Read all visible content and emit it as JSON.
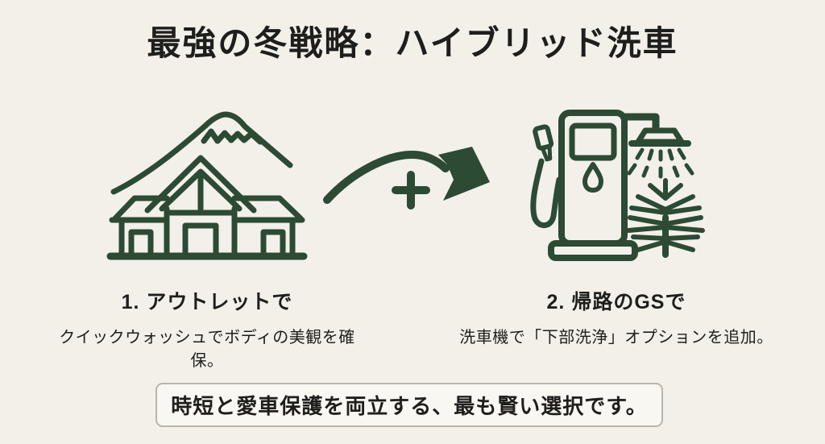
{
  "page": {
    "colors": {
      "bg": "#f2f0e9",
      "ink": "#1e1e1c",
      "icon": "#2c4a34",
      "box-bg": "#f9f7f1",
      "box-border": "#b8b5ab"
    }
  },
  "title": "最強の冬戦略：ハイブリッド洗車",
  "connector": {
    "icon": "curved-arrow-plus-icon",
    "plus": "+"
  },
  "steps": [
    {
      "icon": "outlet-mall-mount-fuji-icon",
      "heading": "1. アウトレットで",
      "description": "クイックウォッシュでボディの美観を確保。"
    },
    {
      "icon": "gas-station-wash-icon",
      "heading": "2. 帰路のGSで",
      "description": "洗車機で「下部洗浄」オプションを追加。"
    }
  ],
  "footer": {
    "message": "時短と愛車保護を両立する、最も賢い選択です。"
  }
}
